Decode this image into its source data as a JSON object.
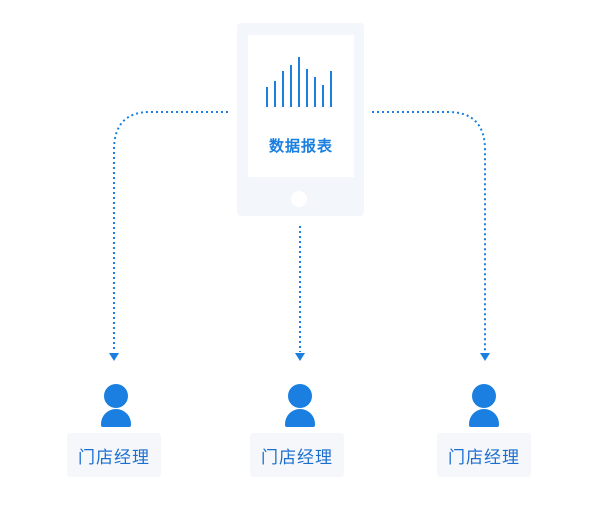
{
  "diagram": {
    "source_label": "数据报表",
    "recipients": [
      {
        "label": "门店经理"
      },
      {
        "label": "门店经理"
      },
      {
        "label": "门店经理"
      }
    ]
  },
  "colors": {
    "accent": "#1a7fe0",
    "panel": "#f3f6fb",
    "label_bg": "#f5f7fb"
  },
  "icons": {
    "device": "phone-icon",
    "chart": "bar-chart-icon",
    "recipient": "person-icon"
  }
}
